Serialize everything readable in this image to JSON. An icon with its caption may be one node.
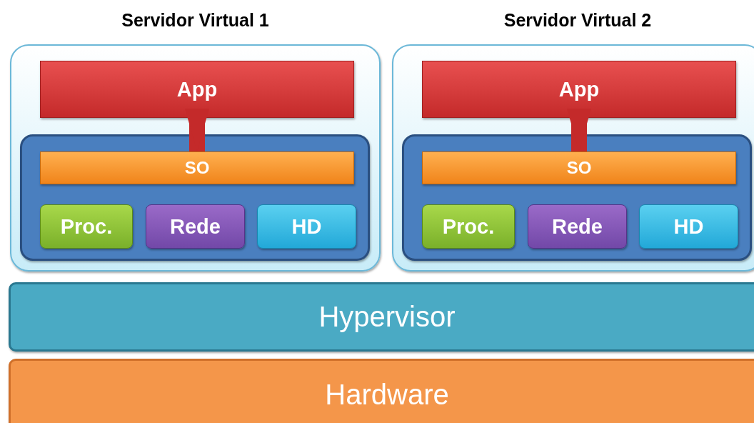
{
  "diagram": {
    "nodes": [
      {
        "text": [
          "Servidor Virtual 1"
        ]
      },
      {
        "text": [
          "App"
        ],
        "in": 0
      },
      {
        "text": [],
        "shape": "box",
        "in": 0
      },
      {
        "text": [
          "SO"
        ],
        "in": 2
      },
      {
        "text": [
          "Proc."
        ],
        "in": 2
      },
      {
        "text": [
          "Rede"
        ],
        "in": 2
      },
      {
        "text": [
          "HD"
        ],
        "in": 2
      },
      {
        "text": [
          "Servidor Virtual 2"
        ]
      },
      {
        "text": [
          "App"
        ],
        "in": 7
      },
      {
        "text": [],
        "shape": "box",
        "in": 7
      },
      {
        "text": [
          "SO"
        ],
        "in": 9
      },
      {
        "text": [
          "Proc."
        ],
        "in": 9
      },
      {
        "text": [
          "Rede"
        ],
        "in": 9
      },
      {
        "text": [
          "HD"
        ],
        "in": 9
      },
      {
        "text": [
          "Hypervisor"
        ]
      },
      {
        "text": [
          "Hardware"
        ]
      }
    ],
    "edges": [
      {
        "from": 1,
        "to": 3,
        "arrow": "to"
      },
      {
        "from": 8,
        "to": 10,
        "arrow": "to"
      }
    ]
  }
}
